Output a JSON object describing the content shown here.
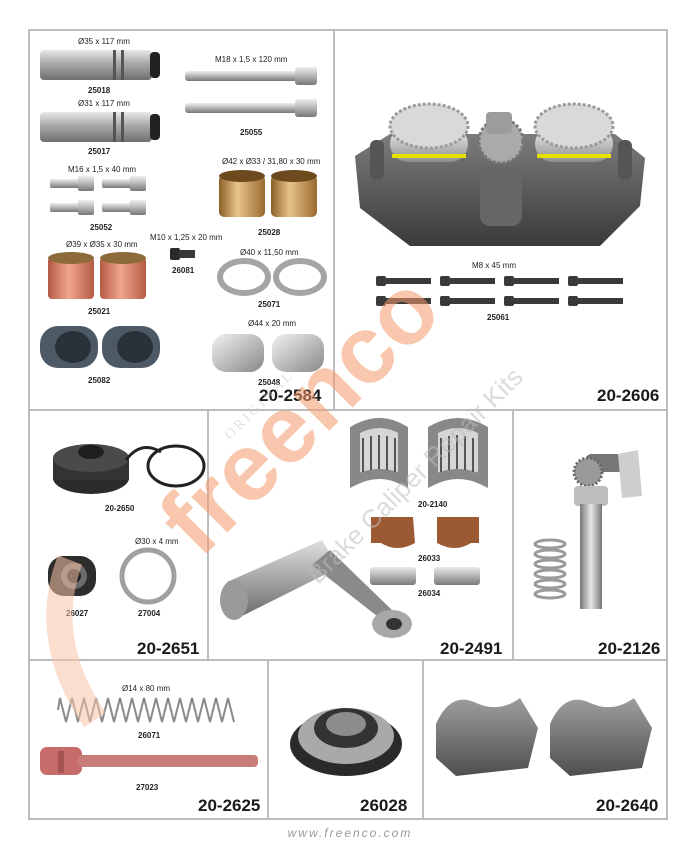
{
  "watermark": {
    "brand": "freenco",
    "original": "ORIGINAL",
    "tagline": "Brake Caliper Repair Kits"
  },
  "panels": {
    "kit_2584": {
      "kit": "20-2584",
      "parts": {
        "p25018": {
          "dim": "Ø35 x 117 mm",
          "code": "25018"
        },
        "p25017": {
          "dim": "Ø31 x 117 mm",
          "code": "25017"
        },
        "p25055": {
          "dim": "M18 x 1,5 x 120 mm",
          "code": "25055"
        },
        "p25052": {
          "dim": "M16 x 1,5 x 40 mm",
          "code": "25052"
        },
        "p25028": {
          "dim": "Ø42 x Ø33 / 31,80 x 30 mm",
          "code": "25028"
        },
        "p26081": {
          "dim": "M10 x 1,25 x 20 mm",
          "code": "26081"
        },
        "p25021": {
          "dim": "Ø39 x Ø35 x 30 mm",
          "code": "25021"
        },
        "p25071": {
          "dim": "Ø40 x 11,50 mm",
          "code": "25071"
        },
        "p25082": {
          "code": "25082"
        },
        "p25048": {
          "dim": "Ø44 x 20 mm",
          "code": "25048"
        }
      }
    },
    "kit_2606": {
      "kit": "20-2606",
      "parts": {
        "p25061": {
          "dim": "M8 x 45 mm",
          "code": "25061"
        }
      }
    },
    "kit_2651": {
      "kit": "20-2651",
      "parts": {
        "p2650": {
          "code": "20-2650"
        },
        "p26027": {
          "code": "26027"
        },
        "p27004": {
          "dim": "Ø30 x 4 mm",
          "code": "27004"
        }
      }
    },
    "kit_2491": {
      "kit": "20-2491",
      "parts": {
        "p2140": {
          "code": "20-2140"
        },
        "p26033": {
          "code": "26033"
        },
        "p26034": {
          "code": "26034"
        }
      }
    },
    "kit_2126": {
      "kit": "20-2126"
    },
    "kit_2625": {
      "kit": "20-2625",
      "parts": {
        "p26071": {
          "dim": "Ø14 x 80 mm",
          "code": "26071"
        },
        "p27023": {
          "code": "27023"
        }
      }
    },
    "kit_26028": {
      "kit": "26028"
    },
    "kit_2640": {
      "kit": "20-2640"
    }
  },
  "footer": {
    "url": "www.freenco.com"
  },
  "colors": {
    "border": "#bdbdbd",
    "steel": "#b8b8b8",
    "brass": "#c99a55",
    "copper": "#d9826a",
    "rubber": "#4a5560",
    "watermark_orange": "#f29a6b"
  }
}
